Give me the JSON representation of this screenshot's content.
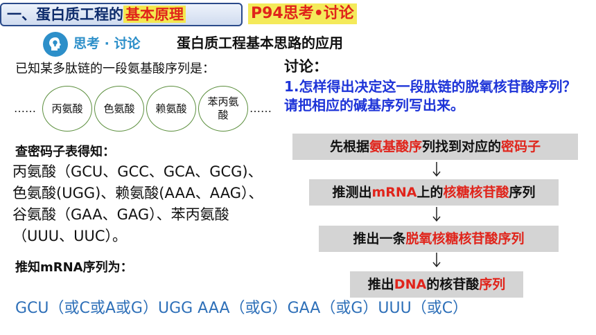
{
  "header": {
    "title_prefix": "一、蛋白质工程的",
    "title_highlight": "基本原理",
    "page_ref": "P94思考•讨论"
  },
  "think_badge": {
    "icon": "lightbulb-head-icon",
    "label": "思考 · 讨论",
    "color": "#2d8fc9"
  },
  "section_heading": "蛋白质工程基本思路的应用",
  "known_text": "已知某多肽链的一段氨基酸序列是：",
  "chain": {
    "left_dots": "……",
    "right_dots": "……",
    "amino_acids": [
      "丙氨酸",
      "色氨酸",
      "赖氨酸",
      "苯丙氨酸"
    ]
  },
  "lookup": {
    "heading": "查密码子表得知：",
    "lines": [
      "丙氨酸（GCU、GCC、GCA、GCG)、",
      "色氨酸(UGG)、赖氨酸(AAA、AAG）、",
      "谷氨酸（GAA、GAG）、苯丙氨酸",
      "（UUU、UUC）。"
    ]
  },
  "mrna": {
    "heading": "推知mRNA序列为：",
    "sequence": "GCU（或C或A或G）UGG AAA（或G）GAA（或G）UUU（或C）",
    "color": "#2d6fb8"
  },
  "discussion": {
    "heading": "讨论：",
    "question": "1.怎样得出决定这一段肽链的脱氧核苷酸序列？请把相应的碱基序列写出来。",
    "question_color": "#1e34d8"
  },
  "flow": {
    "step1": {
      "a": "先根据",
      "b": "氨基酸序",
      "c": "列找到对应的",
      "d": "密码子"
    },
    "step2": {
      "a": "推测出",
      "b": "mRNA",
      "c": "上的",
      "d": "核糖核苷酸",
      "e": "序列"
    },
    "step3": {
      "a": "推出一条",
      "b": "脱氧核糖核苷酸序列"
    },
    "step4": {
      "a": "推出",
      "b": "DNA",
      "c": "的核苷酸",
      "d": "序列"
    },
    "accent_color": "#e0241b",
    "box_color": "#d4d4d4"
  }
}
